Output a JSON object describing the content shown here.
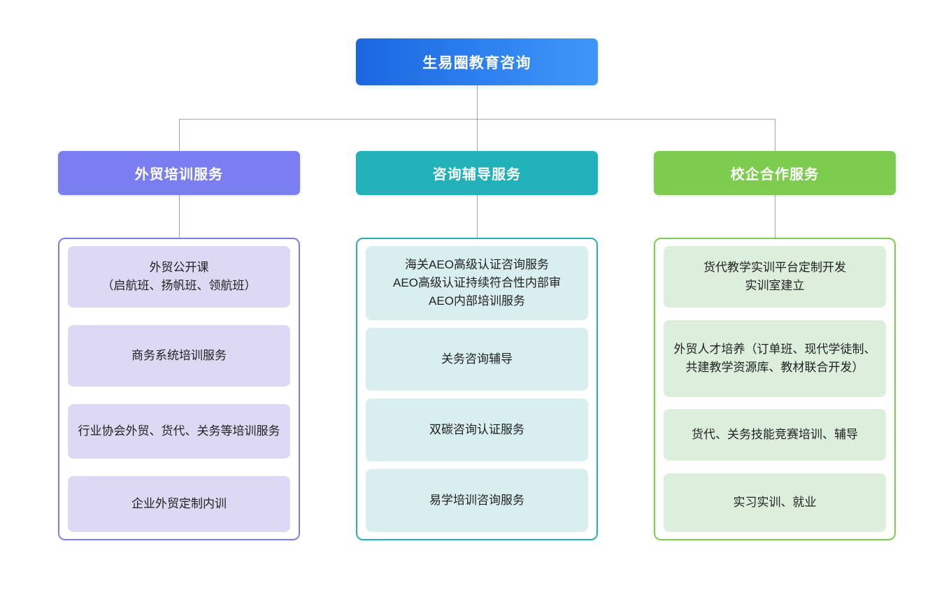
{
  "diagram": {
    "type": "org-chart",
    "root": {
      "label": "生易圈教育咨询",
      "color_start": "#1a66de",
      "color_end": "#3f97f8"
    },
    "connector_color": "#9aa7b4",
    "branches": [
      {
        "label": "外贸培训服务",
        "color": "#7b7ef0",
        "panel_border": "#7b7ef0",
        "chip_bg": "#ddd9f5",
        "items": [
          "外贸公开课\n（启航班、扬帆班、领航班）",
          "商务系统培训服务",
          "行业协会外贸、货代、关务等培训服务",
          "企业外贸定制内训"
        ]
      },
      {
        "label": "咨询辅导服务",
        "color": "#20b2b8",
        "panel_border": "#20b2b8",
        "chip_bg": "#d9eeee",
        "items": [
          "海关AEO高级认证咨询服务\nAEO高级认证持续符合性内部审\nAEO内部培训服务",
          "关务咨询辅导",
          "双碳咨询认证服务",
          "易学培训咨询服务"
        ]
      },
      {
        "label": "校企合作服务",
        "color": "#7dcc4f",
        "panel_border": "#7dcc4f",
        "chip_bg": "#dcefdc",
        "items": [
          "货代教学实训平台定制开发\n实训室建立",
          "外贸人才培养（订单班、现代学徒制、共建教学资源库、教材联合开发）",
          "货代、关务技能竞赛培训、辅导",
          "实习实训、就业"
        ]
      }
    ]
  }
}
